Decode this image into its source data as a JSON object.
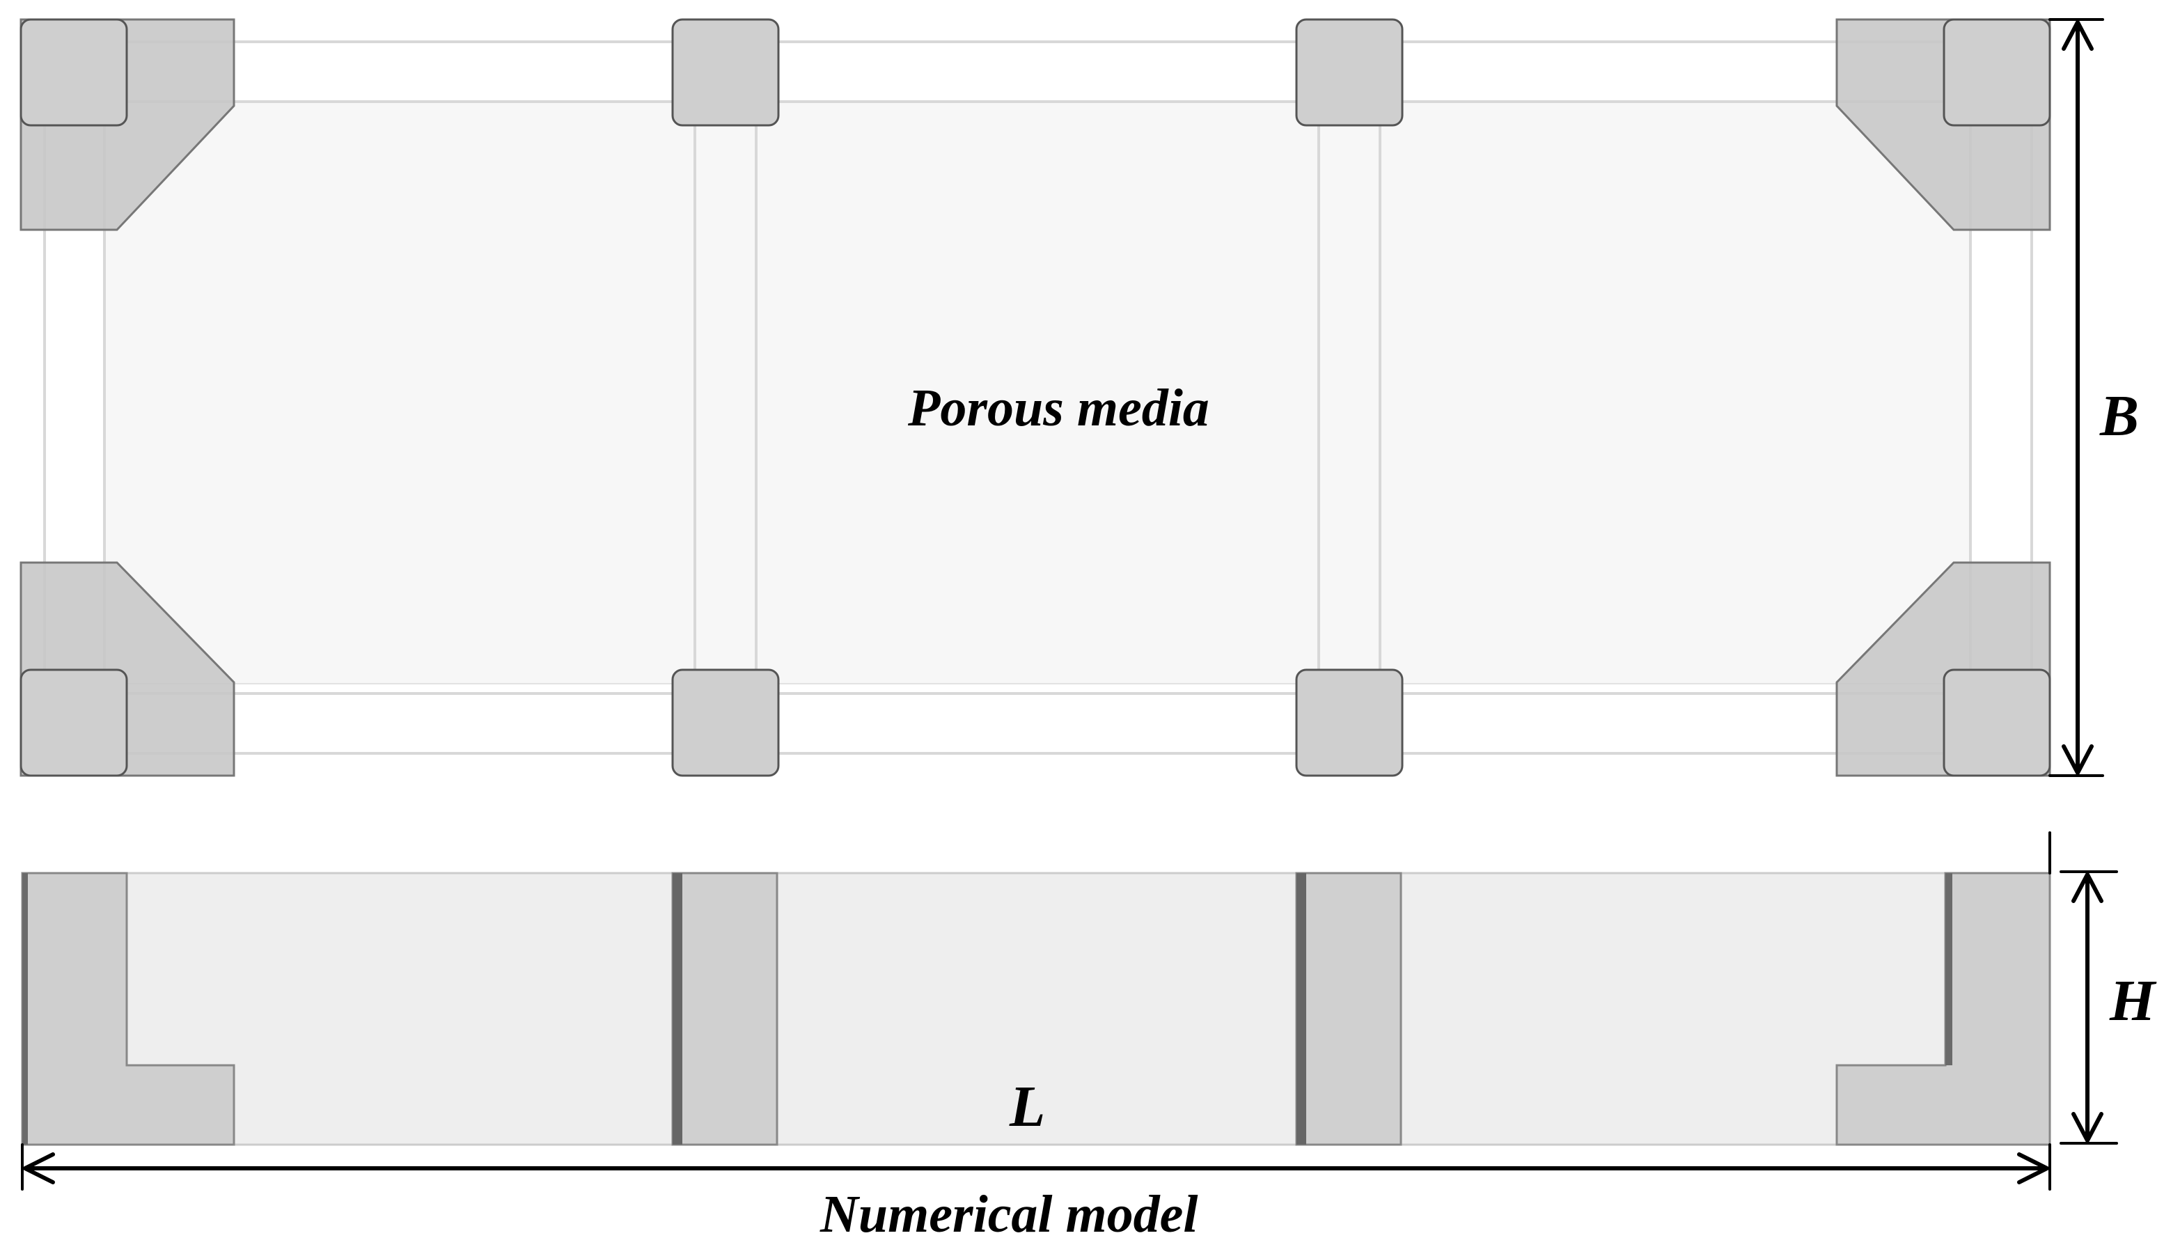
{
  "labels": {
    "center": "Porous media",
    "width": "B",
    "height": "H",
    "length": "L",
    "caption": "Numerical model"
  },
  "colors": {
    "block_fill": "#cfcfcf",
    "block_stroke": "#555555",
    "porous_fill": "#f7f7f7",
    "side_fill": "#eeeeee",
    "frame_line": "#d8d8d8",
    "arrow": "#000000"
  }
}
